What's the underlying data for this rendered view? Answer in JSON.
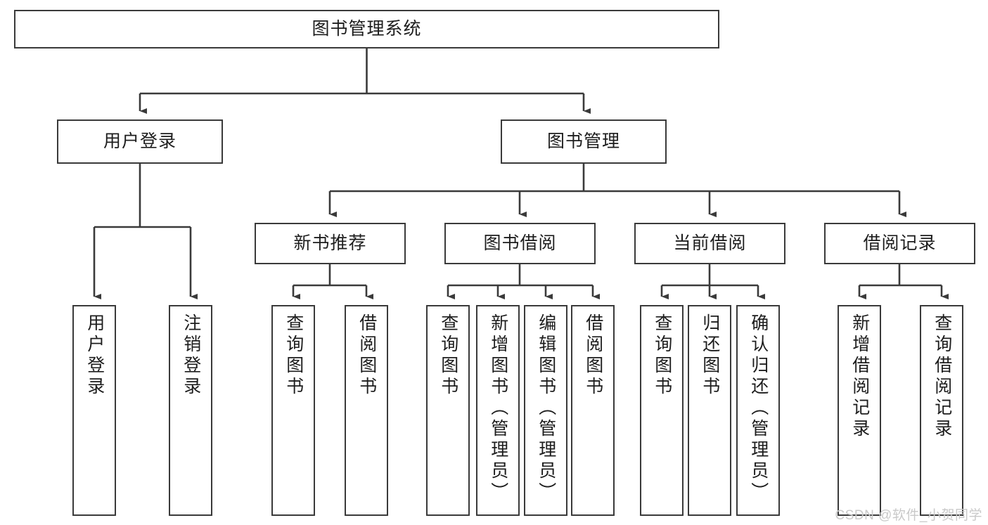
{
  "diagram": {
    "title": "图书管理系统",
    "type": "tree",
    "stroke_color": "#3a3a3a",
    "text_color": "#1d1d1d",
    "background": "#ffffff"
  },
  "nodes": {
    "root": {
      "label": "图书管理系统"
    },
    "level2": [
      {
        "id": "user-login",
        "label": "用户登录"
      },
      {
        "id": "book-manage",
        "label": "图书管理"
      }
    ],
    "level3": [
      {
        "id": "new-book-recommend",
        "label": "新书推荐"
      },
      {
        "id": "book-borrow",
        "label": "图书借阅"
      },
      {
        "id": "current-borrow",
        "label": "当前借阅"
      },
      {
        "id": "borrow-record",
        "label": "借阅记录"
      }
    ],
    "leaves": {
      "user_login": [
        {
          "id": "leaf-user-login",
          "label": "用户登录"
        },
        {
          "id": "leaf-logout-login",
          "label": "注销登录"
        }
      ],
      "new_book_recommend": [
        {
          "id": "leaf-query-book-1",
          "label": "查询图书"
        },
        {
          "id": "leaf-borrow-book-1",
          "label": "借阅图书"
        }
      ],
      "book_borrow": [
        {
          "id": "leaf-query-book-2",
          "label": "查询图书"
        },
        {
          "id": "leaf-add-book",
          "label": "新增图书（管理员）"
        },
        {
          "id": "leaf-edit-book",
          "label": "编辑图书（管理员）"
        },
        {
          "id": "leaf-borrow-book-2",
          "label": "借阅图书"
        }
      ],
      "current_borrow": [
        {
          "id": "leaf-query-book-3",
          "label": "查询图书"
        },
        {
          "id": "leaf-return-book",
          "label": "归还图书"
        },
        {
          "id": "leaf-confirm-return",
          "label": "确认归还（管理员）"
        }
      ],
      "borrow_record": [
        {
          "id": "leaf-add-record",
          "label": "新增借阅记录"
        },
        {
          "id": "leaf-query-record",
          "label": "查询借阅记录"
        }
      ]
    }
  },
  "watermark": {
    "text": "CSDN @软件_小贺同学"
  }
}
